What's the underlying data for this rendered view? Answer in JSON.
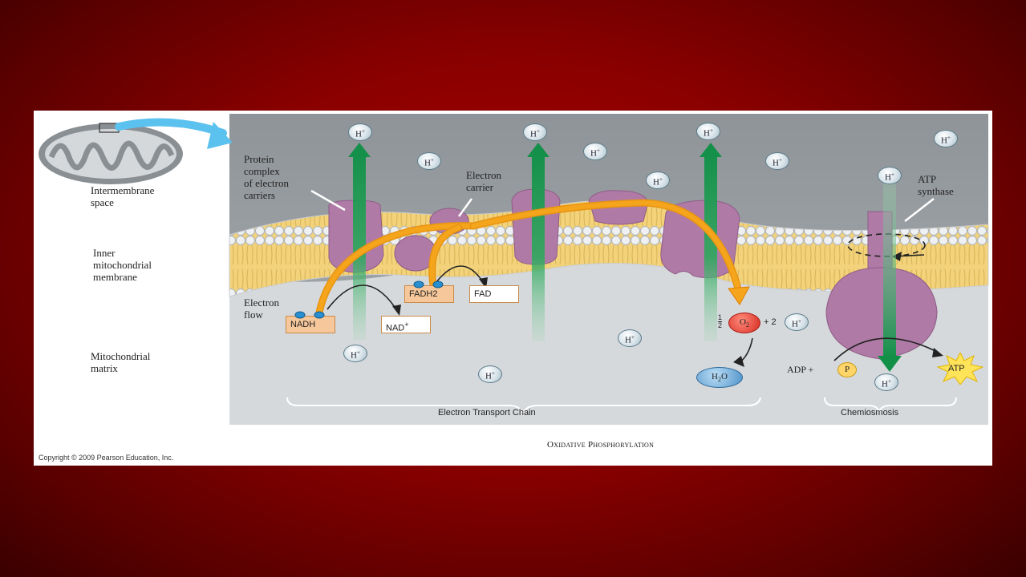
{
  "legend_labels": {
    "intermembrane": "Intermembrane\nspace",
    "inner_membrane": "Inner\nmitochondrial\nmembrane",
    "matrix": "Mitochondrial\nmatrix"
  },
  "annotations": {
    "protein_complex": "Protein\ncomplex\nof electron\ncarriers",
    "electron_carrier": "Electron\ncarrier",
    "atp_synthase": "ATP\nsynthase",
    "electron_flow": "Electron\nflow"
  },
  "molecules": {
    "nadh": "NADH",
    "nad": "NAD",
    "fadh2": "FADH2",
    "fad": "FAD",
    "half_num": "1",
    "half_den": "2",
    "o2": "O",
    "o2_sub": "2",
    "plus_two": "+ 2",
    "h2o_h": "H",
    "h2o_sub": "2",
    "h2o_o": "O",
    "adp": "ADP +",
    "p": "P",
    "atp": "ATP"
  },
  "hydrogen_ion": {
    "symbol": "H",
    "charge": "+"
  },
  "sections": {
    "etc": "Electron Transport Chain",
    "chemiosmosis": "Chemiosmosis"
  },
  "caption": "Oxidative Phosphorylation",
  "copyright": "Copyright © 2009 Pearson Education, Inc.",
  "colors": {
    "background": "#8a0000",
    "intermembrane_space": "#9ea3a7",
    "matrix": "#d6d9dc",
    "membrane": "#f2d27a",
    "protein": "#b07aa6",
    "proton_arrow": "#1a9a4e",
    "electron_path": "#f4a51c",
    "mitochondrion_arrow": "#5bc1ee",
    "oxygen": "#e53a2e",
    "water": "#6aa8d8",
    "atp": "#ffe45a"
  }
}
